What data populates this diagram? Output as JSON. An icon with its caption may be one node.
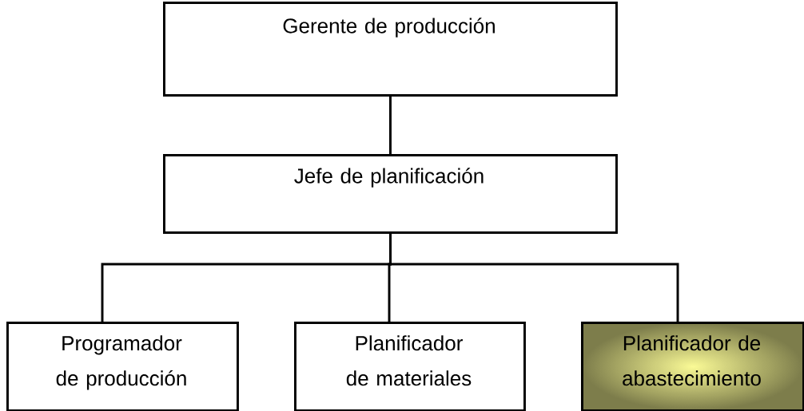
{
  "diagram": {
    "nodes": [
      {
        "text": [
          "Gerente de producción"
        ]
      },
      {
        "text": [
          "Jefe de planificación"
        ]
      },
      {
        "text": [
          "Programador de producción"
        ]
      },
      {
        "text": [
          "Planificador de materiales"
        ]
      },
      {
        "text": [
          "Planificador de abastecimiento"
        ]
      }
    ],
    "edges": [
      {
        "from": 0,
        "to": 1,
        "arrow": "none"
      },
      {
        "from": 1,
        "to": 2,
        "arrow": "none"
      },
      {
        "from": 1,
        "to": 3,
        "arrow": "none"
      },
      {
        "from": 1,
        "to": 4,
        "arrow": "none"
      }
    ]
  }
}
